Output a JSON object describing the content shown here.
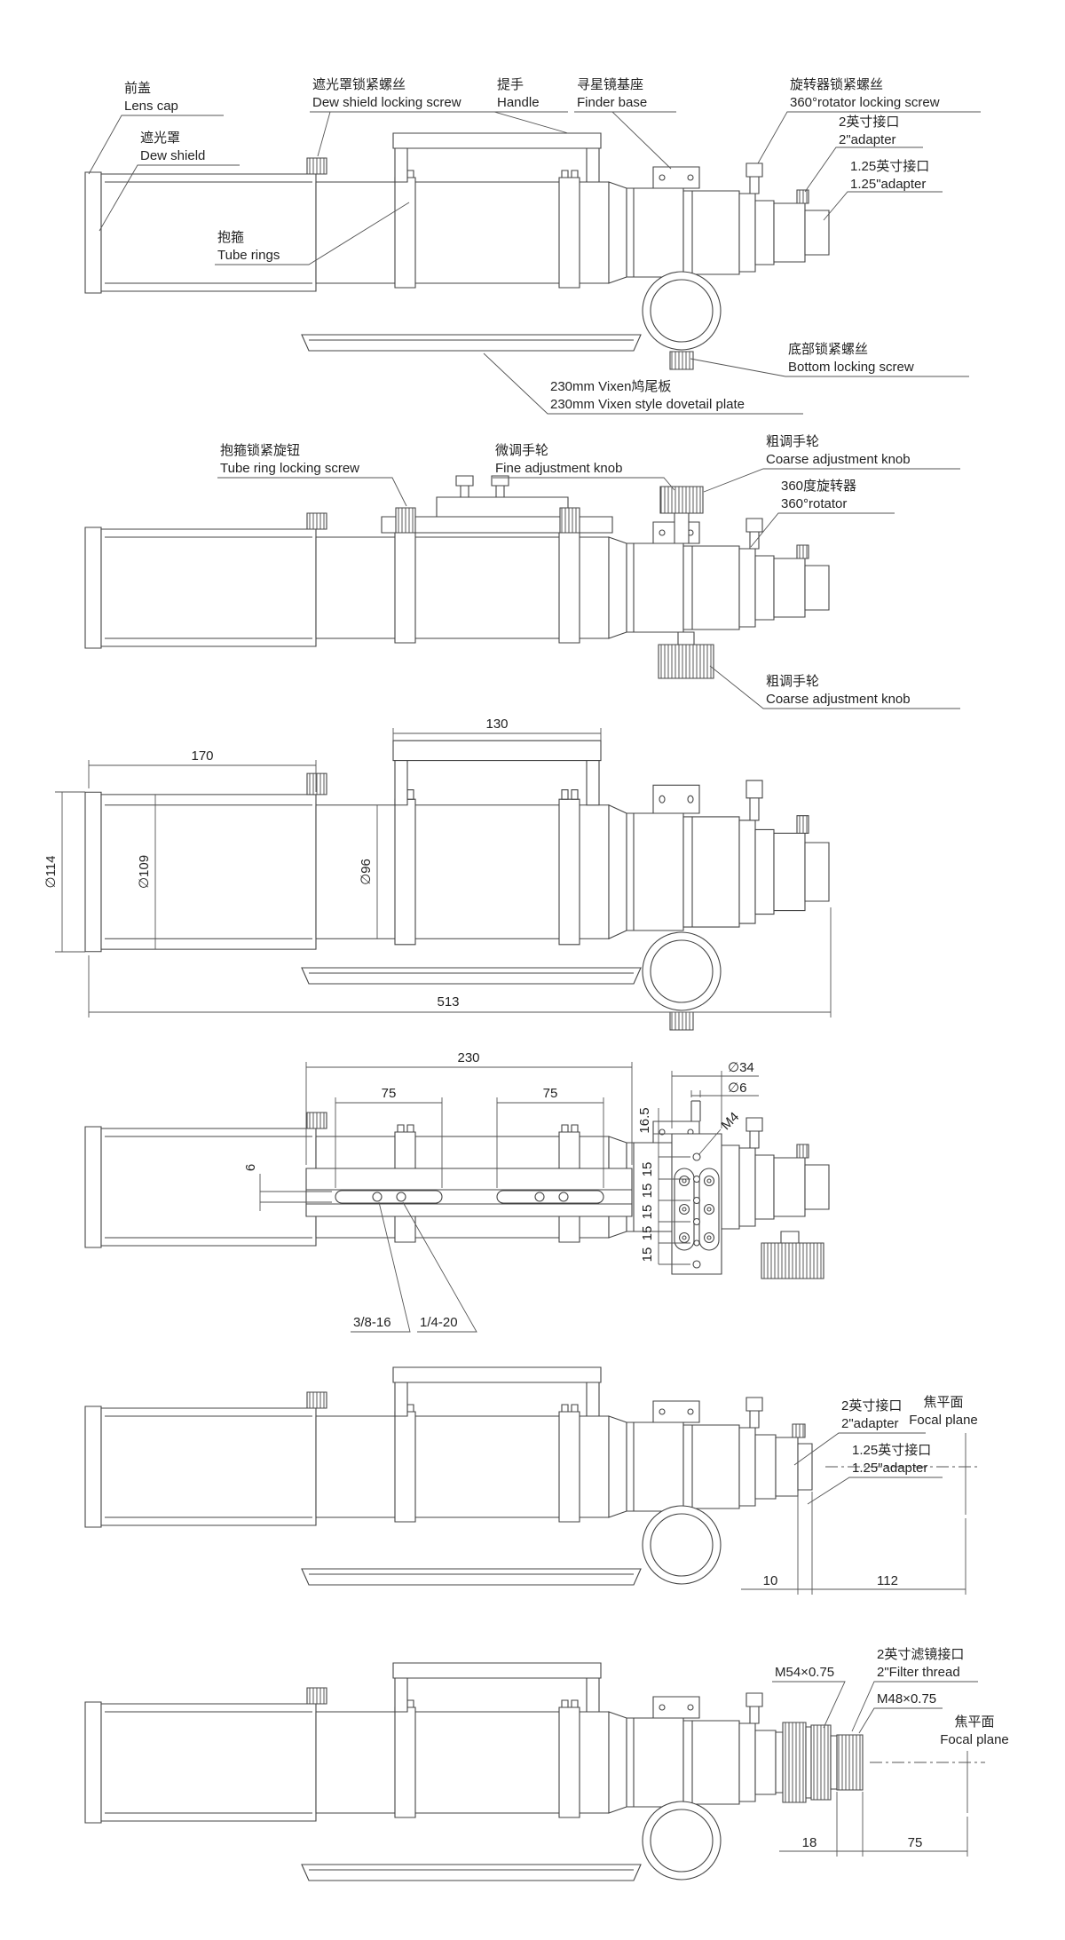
{
  "doc": {
    "background": "#ffffff",
    "line_color": "#454545",
    "text_color": "#232323",
    "drawing_type": "telescope technical drawing, 6 views"
  },
  "v1": {
    "lens_cap_zh": "前盖",
    "lens_cap_en": "Lens cap",
    "dew_shield_zh": "遮光罩",
    "dew_shield_en": "Dew shield",
    "dew_screw_zh": "遮光罩锁紧螺丝",
    "dew_screw_en": "Dew shield locking screw",
    "handle_zh": "提手",
    "handle_en": "Handle",
    "finder_zh": "寻星镜基座",
    "finder_en": "Finder base",
    "rotator_screw_zh": "旋转器锁紧螺丝",
    "rotator_screw_en": "360°rotator locking screw",
    "adapter2_zh": "2英寸接口",
    "adapter2_en": "2\"adapter",
    "adapter125_zh": "1.25英寸接口",
    "adapter125_en": "1.25\"adapter",
    "tube_rings_zh": "抱箍",
    "tube_rings_en": "Tube rings",
    "bottom_screw_zh": "底部锁紧螺丝",
    "bottom_screw_en": "Bottom locking screw",
    "dovetail_zh": "230mm Vixen鸠尾板",
    "dovetail_en": "230mm Vixen style dovetail plate"
  },
  "v2": {
    "ring_knob_zh": "抱箍锁紧旋钮",
    "ring_knob_en": "Tube ring locking screw",
    "fine_knob_zh": "微调手轮",
    "fine_knob_en": "Fine adjustment knob",
    "coarse_top_zh": "粗调手轮",
    "coarse_top_en": "Coarse adjustment knob",
    "rotator_zh": "360度旋转器",
    "rotator_en": "360°rotator",
    "coarse_bottom_zh": "粗调手轮",
    "coarse_bottom_en": "Coarse adjustment knob"
  },
  "v3": {
    "dim_170": "170",
    "dim_130": "130",
    "dia_114": "∅114",
    "dia_109": "∅109",
    "dia_96": "∅96",
    "dim_513": "513"
  },
  "v4": {
    "dim_230": "230",
    "dim_75_left": "75",
    "dim_75_right": "75",
    "dim_16_5": "16.5",
    "dia_34": "∅34",
    "dia_6": "∅6",
    "thread_m4": "M4",
    "dim_slot_6": "6",
    "dim_15_1": "15",
    "dim_15_2": "15",
    "dim_15_3": "15",
    "dim_15_4": "15",
    "dim_15_5": "15",
    "thread_38_16": "3/8-16",
    "thread_14_20": "1/4-20"
  },
  "v5": {
    "adapter2_zh": "2英寸接口",
    "adapter2_en": "2\"adapter",
    "adapter125_zh": "1.25英寸接口",
    "adapter125_en": "1.25\"adapter",
    "focal_zh": "焦平面",
    "focal_en": "Focal plane",
    "dim_10": "10",
    "dim_112": "112"
  },
  "v6": {
    "m54": "M54×0.75",
    "filter_zh": "2英寸滤镜接口",
    "filter_en": "2\"Filter thread",
    "m48": "M48×0.75",
    "focal_zh": "焦平面",
    "focal_en": "Focal plane",
    "dim_18": "18",
    "dim_75": "75"
  }
}
